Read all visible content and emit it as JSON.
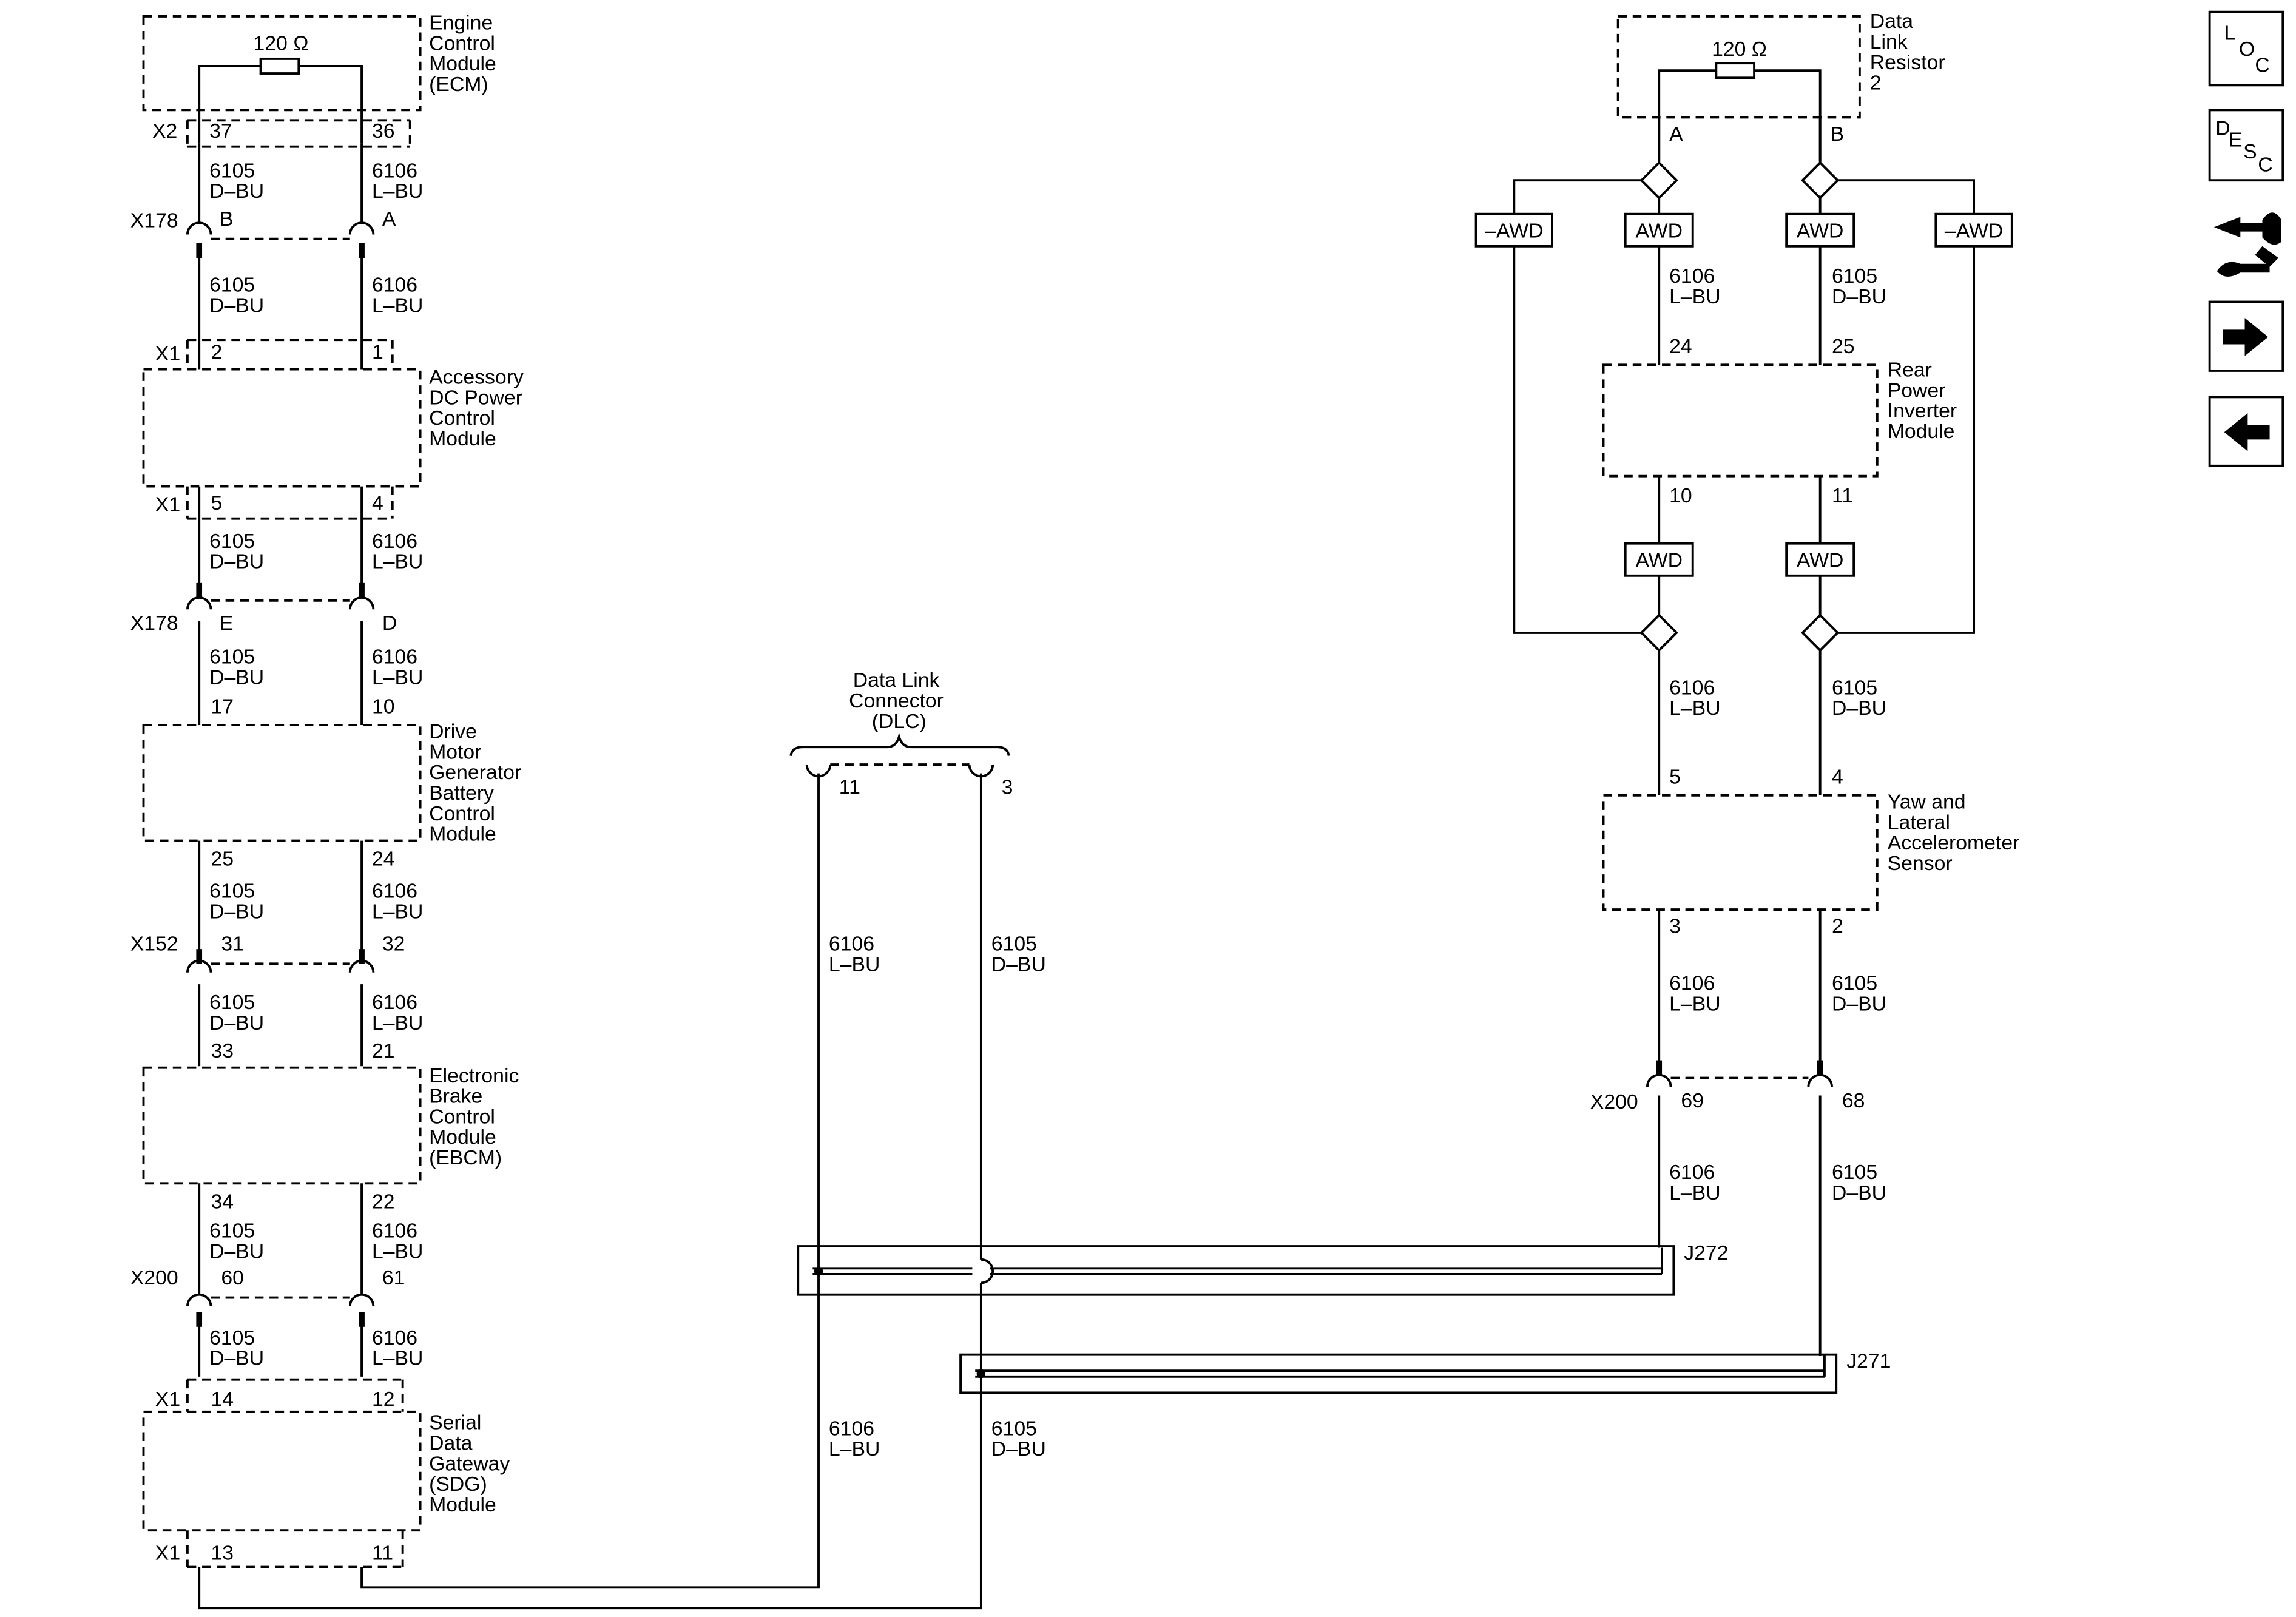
{
  "modules": {
    "ecm": {
      "name": "Engine Control Module (ECM)",
      "lines": [
        "Engine",
        "Control",
        "Module",
        "(ECM)"
      ],
      "resistor": "120 Ω",
      "connector": "X2",
      "pins": [
        "37",
        "36"
      ]
    },
    "accessory": {
      "lines": [
        "Accessory",
        "DC Power",
        "Control",
        "Module"
      ],
      "connector_top": "X1",
      "pins_top": [
        "2",
        "1"
      ],
      "connector_bottom": "X1",
      "pins_bottom": [
        "5",
        "4"
      ]
    },
    "dmgb": {
      "lines": [
        "Drive",
        "Motor",
        "Generator",
        "Battery",
        "Control",
        "Module"
      ],
      "pins_top": [
        "17",
        "10"
      ],
      "pins_bottom": [
        "25",
        "24"
      ]
    },
    "ebcm": {
      "lines": [
        "Electronic",
        "Brake",
        "Control",
        "Module",
        "(EBCM)"
      ],
      "pins_top": [
        "33",
        "21"
      ],
      "pins_bottom": [
        "34",
        "22"
      ]
    },
    "sdg": {
      "lines": [
        "Serial",
        "Data",
        "Gateway",
        "(SDG)",
        "Module"
      ],
      "connector_top": "X1",
      "pins_top": [
        "14",
        "12"
      ],
      "connector_bottom": "X1",
      "pins_bottom": [
        "13",
        "11"
      ]
    },
    "dlc": {
      "lines": [
        "Data Link",
        "Connector",
        "(DLC)"
      ],
      "pins": [
        "11",
        "3"
      ]
    },
    "dlr2": {
      "lines": [
        "Data",
        "Link",
        "Resistor",
        "2"
      ],
      "resistor": "120 Ω",
      "pins": [
        "A",
        "B"
      ]
    },
    "rpim": {
      "lines": [
        "Rear",
        "Power",
        "Inverter",
        "Module"
      ],
      "pins_top": [
        "24",
        "25"
      ],
      "pins_bottom": [
        "10",
        "11"
      ]
    },
    "yaw": {
      "lines": [
        "Yaw and",
        "Lateral",
        "Accelerometer",
        "Sensor"
      ],
      "pins_top": [
        "5",
        "4"
      ],
      "pins_bottom": [
        "3",
        "2"
      ]
    }
  },
  "inline_connectors": {
    "x178_a": {
      "name": "X178",
      "pins": [
        "B",
        "A"
      ]
    },
    "x178_b": {
      "name": "X178",
      "pins": [
        "E",
        "D"
      ]
    },
    "x152": {
      "name": "X152",
      "pins": [
        "31",
        "32"
      ]
    },
    "x200_left": {
      "name": "X200",
      "pins": [
        "60",
        "61"
      ]
    },
    "x200_right": {
      "name": "X200",
      "pins": [
        "69",
        "68"
      ]
    }
  },
  "wires": {
    "w6105": {
      "circuit": "6105",
      "color": "D–BU"
    },
    "w6106": {
      "circuit": "6106",
      "color": "L–BU"
    }
  },
  "splices": {
    "j272": "J272",
    "j271": "J271"
  },
  "options": {
    "awd": "AWD",
    "not_awd": "–AWD"
  },
  "nav": {
    "loc": {
      "glyphs": [
        "L",
        "O",
        "C"
      ]
    },
    "desc": {
      "glyphs": [
        "D",
        "E",
        "S",
        "C"
      ]
    },
    "icons": [
      "component-view-icon",
      "arrow-right-icon",
      "arrow-left-icon"
    ]
  }
}
